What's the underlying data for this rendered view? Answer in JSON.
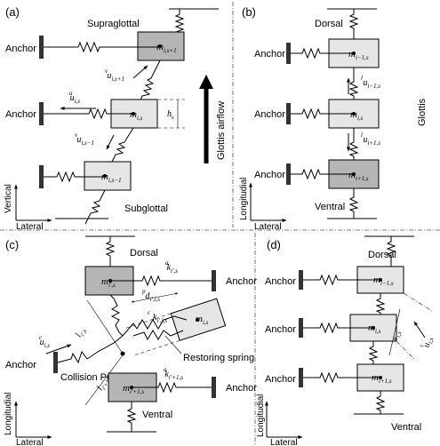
{
  "panels": {
    "a": {
      "label": "(a)",
      "supra": "Supraglottal",
      "sub": "Subglottal",
      "flow": "Glottis airflow",
      "anchor": "Anchor",
      "axis_v": "Vertical",
      "axis_h": "Lateral",
      "mass_top": "m",
      "mass_top_sub": "i,s+1",
      "mass_mid_sub": "i,s",
      "mass_bot_sub": "i,s−1",
      "u_up": "u",
      "u_up_sub": "i,s+1",
      "u_up_sup": "v",
      "u_left_sub": "i,s",
      "u_left_sup": "a",
      "u_down_sub": "i,s−1",
      "u_down_sup": "v",
      "height": "h",
      "height_sub": "s"
    },
    "b": {
      "label": "(b)",
      "dorsal": "Dorsal",
      "ventral": "Ventral",
      "glottis": "Glottis",
      "anchor": "Anchor",
      "axis_v": "Longitudial",
      "axis_h": "Lateral",
      "m_top_sub": "i−1,s",
      "m_mid_sub": "i,s",
      "m_bot_sub": "i+1,s",
      "u1_sub": "i−1,s",
      "u2_sub": "i+1,s",
      "u_sup": "l"
    },
    "c": {
      "label": "(c)",
      "dorsal": "Dorsal",
      "ventral": "Ventral",
      "anchor": "Anchor",
      "collision": "Collision Point",
      "restoring": "Restoring spring",
      "axis_v": "Longitudial",
      "axis_h": "Lateral",
      "m_top_sub": "i′,s",
      "m_mid_sub": "i,s",
      "m_bot_sub": "i′+1,s",
      "k_top": "k",
      "k_top_sub": "i′,s",
      "k_top_sup": "a",
      "k_bot_sub": "i′+1,s",
      "k_bot_sup": "a",
      "k_c": "k",
      "k_c_sub": "i′,i,s",
      "k_c_sup": "c",
      "d_p": "d",
      "d_p_sub": "i′,i,s",
      "d_p_sup": "p",
      "l_top": "l",
      "l_top_sub": "i′,s",
      "l_bot_sub": "i′+1,s",
      "u_c_sub": "i,s",
      "u_c_sup": "c"
    },
    "d": {
      "label": "(d)",
      "dorsal": "Dorsal",
      "ventral": "Ventral",
      "anchor": "Anchor",
      "axis_v": "Longitudial",
      "axis_h": "Lateral",
      "m_top_sub": "i−1,s",
      "m_mid_sub": "i,s",
      "m_bot_sub": "i+1,s",
      "w": "w",
      "w_sub": "i,s",
      "u_sub": "i,s",
      "u_sup": "t"
    }
  }
}
